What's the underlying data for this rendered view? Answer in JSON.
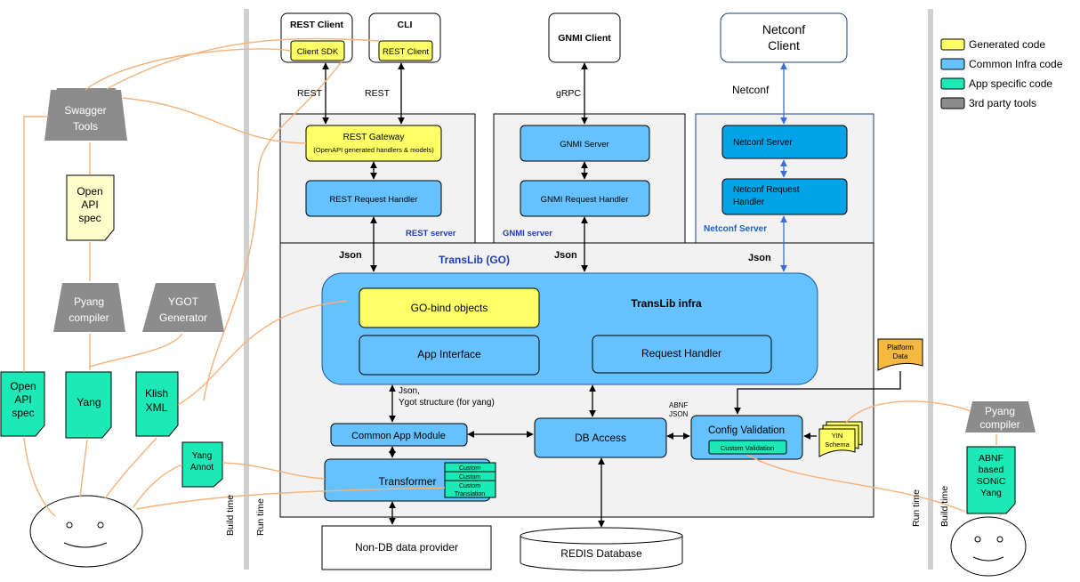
{
  "legend": [
    {
      "label": "Generated code",
      "color": "#ffff66"
    },
    {
      "label": "Common Infra code",
      "color": "#66c2ff"
    },
    {
      "label": "App specific code",
      "color": "#1de9b6"
    },
    {
      "label": "3rd party tools",
      "color": "#8c8c8c"
    }
  ],
  "clients": {
    "rest_client": "REST Client",
    "client_sdk": "Client SDK",
    "cli": "CLI",
    "cli_rest_client": "REST Client",
    "gnmi_client": "GNMI Client",
    "netconf_client_line1": "Netconf",
    "netconf_client_line2": "Client"
  },
  "protocols": {
    "rest1": "REST",
    "rest2": "REST",
    "grpc": "gRPC",
    "netconf": "Netconf"
  },
  "servers": {
    "rest_gateway": "REST Gateway",
    "rest_gateway_sub": "(OpenAPI generated handlers & models)",
    "rest_request_handler": "REST Request Handler",
    "rest_server": "REST server",
    "gnmi_server": "GNMI Server",
    "gnmi_request_handler": "GNMI Request Handler",
    "gnmi_server_label": "GNMI server",
    "netconf_server": "Netconf Server",
    "netconf_request_handler_line1": "Netconf Request",
    "netconf_request_handler_line2": "Handler",
    "netconf_server_label": "Netconf Server"
  },
  "json_labels": {
    "json1": "Json",
    "json2": "Json",
    "json3": "Json"
  },
  "translib": {
    "title": "TransLib (GO)",
    "infra": "TransLib infra",
    "gobind": "GO-bind objects",
    "app_interface": "App Interface",
    "request_handler": "Request Handler"
  },
  "lower": {
    "json_ygot_line1": "Json,",
    "json_ygot_line2": "Ygot structure  (for yang)",
    "common_app_module": "Common App Module",
    "db_access": "DB Access",
    "abnf": "ABNF",
    "json": "JSON",
    "config_validation": "Config Validation",
    "custom_validation": "Custom Validation",
    "transformer": "Transformer",
    "custom1": "Custom",
    "custom2": "Custom",
    "custom3": "Custom",
    "custom_translation": "Translation",
    "non_db": "Non-DB data provider",
    "redis": "REDIS Database",
    "platform_data_line1": "Platform",
    "platform_data_line2": "Data",
    "yin_line1": "YIN",
    "yin_line2": "Schema"
  },
  "left_tools": {
    "swagger_line1": "Swagger",
    "swagger_line2": "Tools",
    "openapi_line1": "Open",
    "openapi_line2": "API",
    "openapi_line3": "spec",
    "pyang_line1": "Pyang",
    "pyang_line2": "compiler",
    "ygot_line1": "YGOT",
    "ygot_line2": "Generator",
    "openapi2_line1": "Open",
    "openapi2_line2": "API",
    "openapi2_line3": "spec",
    "yang": "Yang",
    "klish_line1": "Klish",
    "klish_line2": "XML",
    "yang_annot_line1": "Yang",
    "yang_annot_line2": "Annot"
  },
  "right_tools": {
    "pyang_line1": "Pyang",
    "pyang_line2": "compiler",
    "abnf_line1": "ABNF",
    "abnf_line2": "based",
    "abnf_line3": "SONiC",
    "abnf_line4": "Yang"
  },
  "time_labels": {
    "build_time_left": "Build time",
    "run_time_left": "Run time",
    "run_time_right": "Run time",
    "build_time_right": "Build time"
  }
}
